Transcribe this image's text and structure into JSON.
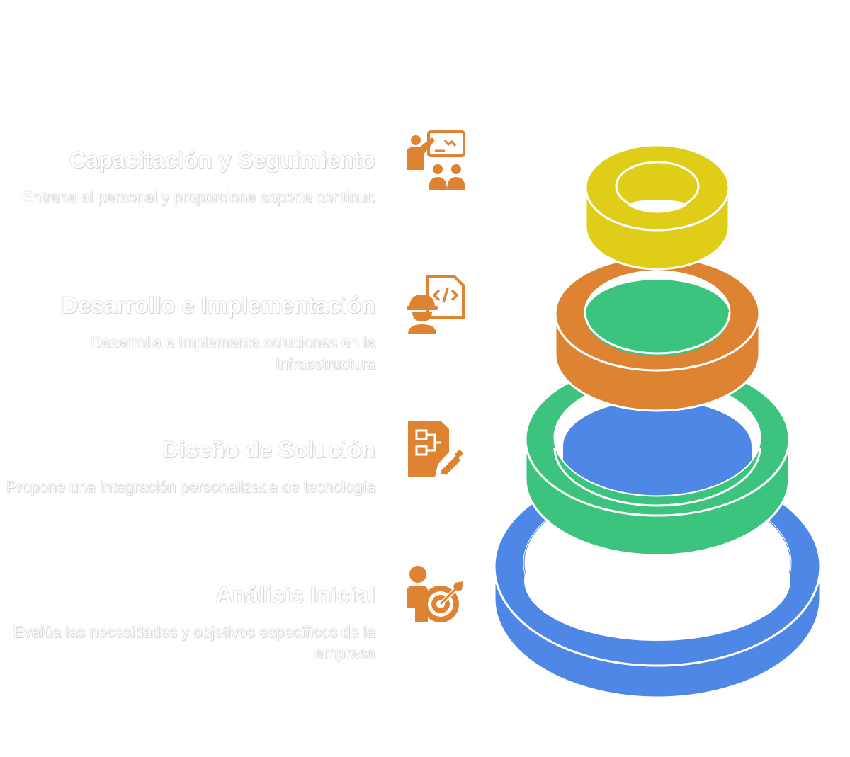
{
  "steps": [
    {
      "title": "Capacitación y Seguimiento",
      "description": "Entrena al personal y proporciona soporte continuo",
      "icon": "training-presentation-icon",
      "color": "#DFCD17"
    },
    {
      "title": "Desarrollo e Implementación",
      "description": "Desarrolla e implementa soluciones en la infraestructura",
      "icon": "developer-code-icon",
      "color": "#DE8331"
    },
    {
      "title": "Diseño de Solución",
      "description": "Propone una integración personalizada de tecnología",
      "icon": "document-design-edit-icon",
      "color": "#3CC47F"
    },
    {
      "title": "Análisis Inicial",
      "description": "Evalúa las necesidades y objetivos específicos de la empresa",
      "icon": "person-target-icon",
      "color": "#4F87E6"
    }
  ],
  "icon_color": "#DE8331"
}
